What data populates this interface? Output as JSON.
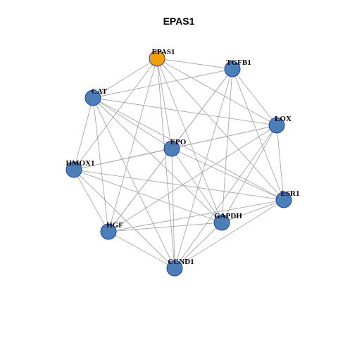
{
  "title": "EPAS1",
  "colors": {
    "focus_node": "#f5a000",
    "node": "#4a7fb8",
    "node_stroke": "#1f3fae",
    "edge": "#a8a8a8"
  },
  "nodes": [
    {
      "id": "EPAS1",
      "label": "EPAS1",
      "focus": true
    },
    {
      "id": "TGFB1",
      "label": "TGFB1"
    },
    {
      "id": "CAT",
      "label": "CAT"
    },
    {
      "id": "LOX",
      "label": "LOX"
    },
    {
      "id": "EPO",
      "label": "EPO"
    },
    {
      "id": "HMOX1",
      "label": "HMOX1"
    },
    {
      "id": "ESR1",
      "label": "ESR1"
    },
    {
      "id": "GAPDH",
      "label": "GAPDH"
    },
    {
      "id": "HGF",
      "label": "HGF"
    },
    {
      "id": "CCND1",
      "label": "CCND1"
    }
  ],
  "edges": [
    [
      "EPAS1",
      "TGFB1"
    ],
    [
      "EPAS1",
      "CAT"
    ],
    [
      "EPAS1",
      "LOX"
    ],
    [
      "EPAS1",
      "EPO"
    ],
    [
      "EPAS1",
      "HMOX1"
    ],
    [
      "EPAS1",
      "ESR1"
    ],
    [
      "EPAS1",
      "GAPDH"
    ],
    [
      "EPAS1",
      "HGF"
    ],
    [
      "EPAS1",
      "CCND1"
    ],
    [
      "TGFB1",
      "CAT"
    ],
    [
      "TGFB1",
      "LOX"
    ],
    [
      "TGFB1",
      "EPO"
    ],
    [
      "TGFB1",
      "ESR1"
    ],
    [
      "TGFB1",
      "GAPDH"
    ],
    [
      "TGFB1",
      "HGF"
    ],
    [
      "TGFB1",
      "CCND1"
    ],
    [
      "CAT",
      "LOX"
    ],
    [
      "CAT",
      "EPO"
    ],
    [
      "CAT",
      "HMOX1"
    ],
    [
      "CAT",
      "ESR1"
    ],
    [
      "CAT",
      "GAPDH"
    ],
    [
      "CAT",
      "HGF"
    ],
    [
      "CAT",
      "CCND1"
    ],
    [
      "LOX",
      "EPO"
    ],
    [
      "LOX",
      "HMOX1"
    ],
    [
      "LOX",
      "ESR1"
    ],
    [
      "LOX",
      "GAPDH"
    ],
    [
      "LOX",
      "HGF"
    ],
    [
      "LOX",
      "CCND1"
    ],
    [
      "EPO",
      "HMOX1"
    ],
    [
      "EPO",
      "ESR1"
    ],
    [
      "EPO",
      "GAPDH"
    ],
    [
      "EPO",
      "HGF"
    ],
    [
      "EPO",
      "CCND1"
    ],
    [
      "HMOX1",
      "ESR1"
    ],
    [
      "HMOX1",
      "GAPDH"
    ],
    [
      "HMOX1",
      "HGF"
    ],
    [
      "HMOX1",
      "CCND1"
    ],
    [
      "ESR1",
      "GAPDH"
    ],
    [
      "ESR1",
      "HGF"
    ],
    [
      "ESR1",
      "CCND1"
    ],
    [
      "GAPDH",
      "HGF"
    ],
    [
      "GAPDH",
      "CCND1"
    ],
    [
      "HGF",
      "CCND1"
    ]
  ]
}
